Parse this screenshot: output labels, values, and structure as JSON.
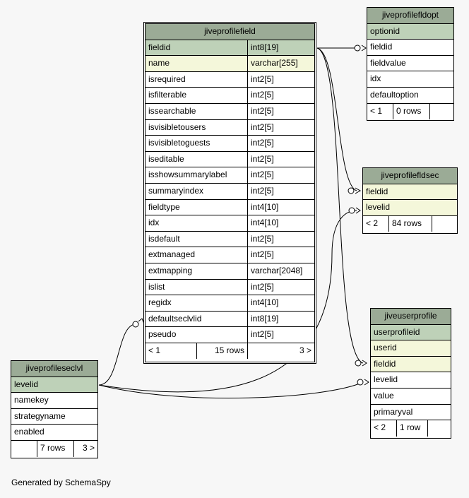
{
  "tables": {
    "jiveprofilefield": {
      "name": "jiveprofilefield",
      "columns": [
        {
          "name": "fieldid",
          "type": "int8[19]"
        },
        {
          "name": "name",
          "type": "varchar[255]"
        },
        {
          "name": "isrequired",
          "type": "int2[5]"
        },
        {
          "name": "isfilterable",
          "type": "int2[5]"
        },
        {
          "name": "issearchable",
          "type": "int2[5]"
        },
        {
          "name": "isvisibletousers",
          "type": "int2[5]"
        },
        {
          "name": "isvisibletoguests",
          "type": "int2[5]"
        },
        {
          "name": "iseditable",
          "type": "int2[5]"
        },
        {
          "name": "isshowsummarylabel",
          "type": "int2[5]"
        },
        {
          "name": "summaryindex",
          "type": "int2[5]"
        },
        {
          "name": "fieldtype",
          "type": "int4[10]"
        },
        {
          "name": "idx",
          "type": "int4[10]"
        },
        {
          "name": "isdefault",
          "type": "int2[5]"
        },
        {
          "name": "extmanaged",
          "type": "int2[5]"
        },
        {
          "name": "extmapping",
          "type": "varchar[2048]"
        },
        {
          "name": "islist",
          "type": "int2[5]"
        },
        {
          "name": "regidx",
          "type": "int4[10]"
        },
        {
          "name": "defaultseclvlid",
          "type": "int8[19]"
        },
        {
          "name": "pseudo",
          "type": "int2[5]"
        }
      ],
      "footer": {
        "parents": "< 1",
        "rows": "15 rows",
        "children": "3 >"
      }
    },
    "jiveprofilefldopt": {
      "name": "jiveprofilefldopt",
      "columns": [
        "optionid",
        "fieldid",
        "fieldvalue",
        "idx",
        "defaultoption"
      ],
      "footer": {
        "parents": "< 1",
        "rows": "0 rows",
        "children": ""
      }
    },
    "jiveprofilefldsec": {
      "name": "jiveprofilefldsec",
      "columns": [
        "fieldid",
        "levelid"
      ],
      "footer": {
        "parents": "< 2",
        "rows": "84 rows",
        "children": ""
      }
    },
    "jiveuserprofile": {
      "name": "jiveuserprofile",
      "columns": [
        "userprofileid",
        "userid",
        "fieldid",
        "levelid",
        "value",
        "primaryval"
      ],
      "footer": {
        "parents": "< 2",
        "rows": "1 row",
        "children": ""
      }
    },
    "jiveprofileseclvl": {
      "name": "jiveprofileseclvl",
      "columns": [
        "levelid",
        "namekey",
        "strategyname",
        "enabled"
      ],
      "footer": {
        "parents": "",
        "rows": "7 rows",
        "children": "3 >"
      }
    }
  },
  "colors": {
    "header": "#9bab96",
    "primary_key": "#bed1b8",
    "foreign_key": "#f4f7da",
    "background": "#f7f7f7"
  },
  "generated_by": "Generated by SchemaSpy"
}
